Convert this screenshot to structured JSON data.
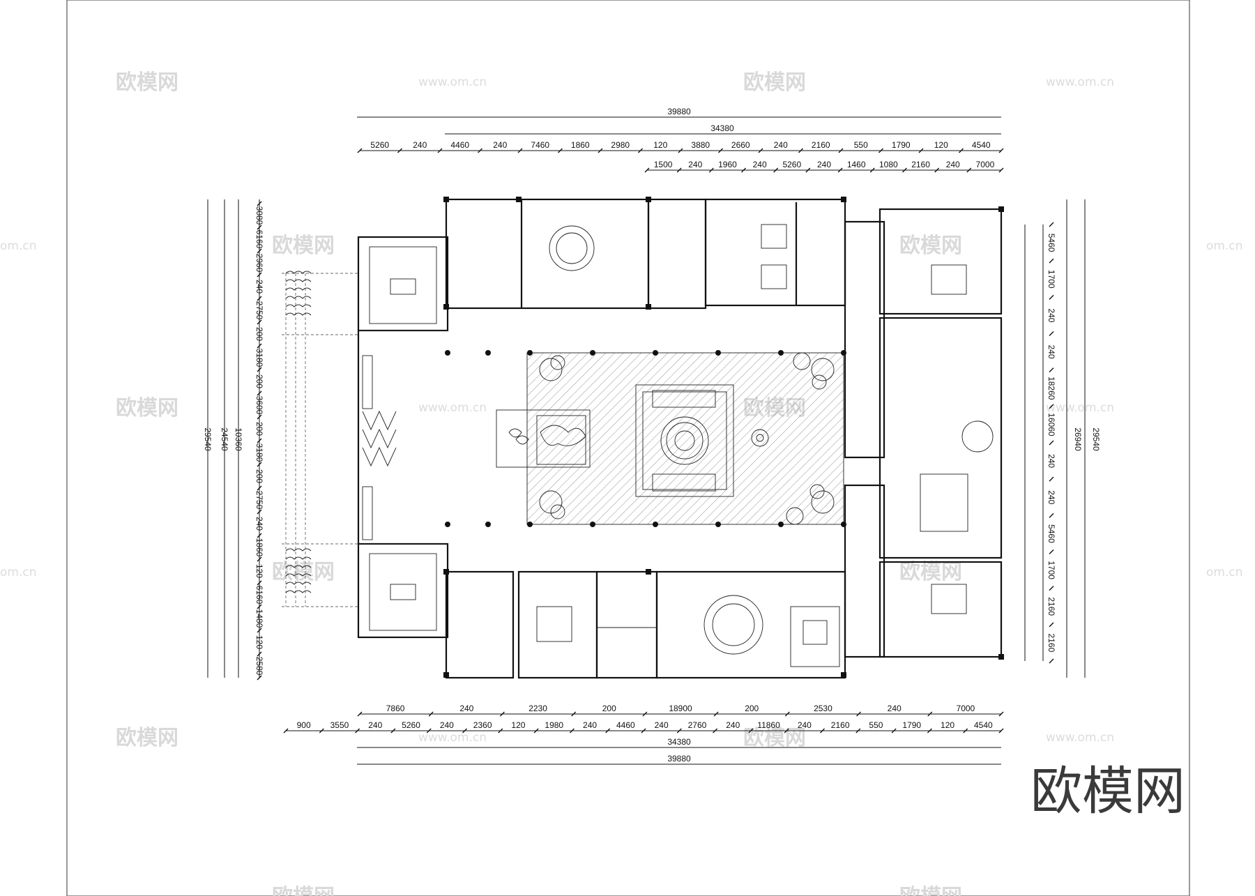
{
  "watermark": {
    "logo_text": "欧模网",
    "url_text": "www.om.cn",
    "partial_url": "om.cn"
  },
  "dimensions": {
    "top_outer": "39880",
    "top_middle": "34380",
    "top_row1": [
      "5260",
      "240",
      "4460",
      "240",
      "7460",
      "1860",
      "2980",
      "120",
      "3880",
      "2660",
      "240",
      "2160",
      "550",
      "1790",
      "120",
      "4540"
    ],
    "top_row2": [
      "1500",
      "240",
      "1960",
      "240",
      "5260",
      "240",
      "1460",
      "1080",
      "2160",
      "240",
      "7000"
    ],
    "bottom_row1": [
      "7860",
      "240",
      "2230",
      "200",
      "18900",
      "200",
      "2530",
      "240",
      "7000"
    ],
    "bottom_row2": [
      "900",
      "3550",
      "240",
      "5260",
      "240",
      "2360",
      "120",
      "1980",
      "240",
      "4460",
      "240",
      "2760",
      "240",
      "11860",
      "240",
      "2160",
      "550",
      "1790",
      "120",
      "4540"
    ],
    "bottom_middle": "34380",
    "bottom_outer": "39880",
    "left_outer": "29540",
    "left_middle": "24540",
    "left_inner": "10360",
    "left_segments": [
      "3080",
      "6160",
      "2960",
      "240",
      "2750",
      "200",
      "3180",
      "200",
      "3600",
      "200",
      "3180",
      "200",
      "2750",
      "240",
      "1860",
      "120",
      "6160",
      "1480",
      "120",
      "2580"
    ],
    "right_outer": "29540",
    "right_middle": "26940",
    "right_inner": [
      "5460",
      "1700",
      "240",
      "240",
      "18260",
      "16060",
      "240",
      "240",
      "5460",
      "1700",
      "2160",
      "2160"
    ]
  },
  "colors": {
    "line": "#111111",
    "watermark": "#d9d9d9",
    "logo": "#3a3a3a",
    "background": "#ffffff"
  }
}
